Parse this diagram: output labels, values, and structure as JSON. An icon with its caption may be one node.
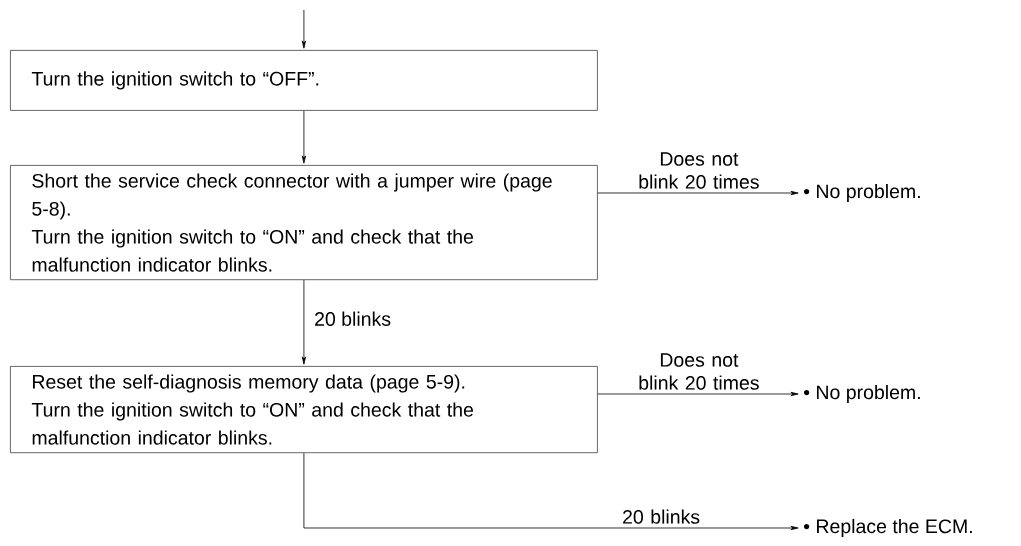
{
  "diagram": {
    "nodes": [
      {
        "text": [
          "Turn the ignition switch to “OFF”."
        ]
      },
      {
        "text": [
          "Short the service check connector with a jumper wire (page 5-8).",
          "Turn the ignition switch to “ON” and check that the malfunction indicator blinks."
        ]
      },
      {
        "text": [
          "Reset the self-diagnosis memory data (page 5-9).",
          "Turn the ignition switch to “ON” and check that the malfunction indicator blinks."
        ]
      },
      {
        "text": [
          "• No problem."
        ]
      },
      {
        "text": [
          "• No problem."
        ]
      },
      {
        "text": [
          "• Replace the ECM."
        ]
      }
    ],
    "edges": [
      {
        "from": null,
        "to": 0,
        "arrow": "to"
      },
      {
        "from": 0,
        "to": 1,
        "arrow": "to"
      },
      {
        "from": 1,
        "to": 3,
        "arrow": "to",
        "label": "Does not blink 20 times"
      },
      {
        "from": 1,
        "to": 2,
        "arrow": "to",
        "label": "20 blinks"
      },
      {
        "from": 2,
        "to": 4,
        "arrow": "to",
        "label": "Does not blink 20 times"
      },
      {
        "from": 2,
        "to": 5,
        "arrow": "to",
        "label": "20 blinks"
      }
    ]
  }
}
